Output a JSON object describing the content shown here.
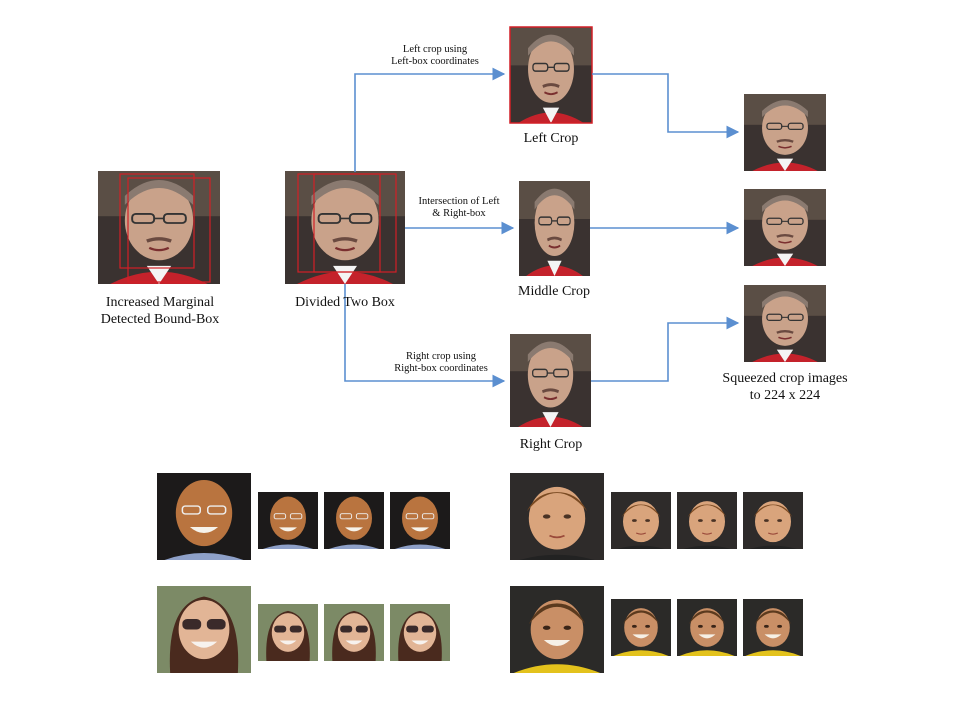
{
  "labels": {
    "detected_box": "Increased Marginal\nDetected Bound-Box",
    "divided_box": "Divided Two Box",
    "left_crop": "Left Crop",
    "middle_crop": "Middle Crop",
    "right_crop": "Right Crop",
    "squeezed": "Squeezed crop images\nto 224 x 224",
    "edge_left": "Left crop using\nLeft-box coordinates",
    "edge_middle": "Intersection of Left\n& Right-box",
    "edge_right": "Right crop using\nRight-box coordinates"
  },
  "colors": {
    "arrow": "#5b8fd0",
    "box_outline": "#d21f26",
    "skin_man": "#c9a28a",
    "skin_boy": "#d9a47c",
    "skin_woman": "#e2b596",
    "skin_kid": "#c98f66",
    "hair_dark": "#3b2a22",
    "hair_brown": "#7a4a22",
    "shirt_red": "#c4222b",
    "shirt_yellow": "#e3c21c",
    "background_dark": "#3a3230"
  },
  "examples": [
    {
      "subject": "man-glasses-smiling",
      "crops": 3
    },
    {
      "subject": "boy-brown-hair",
      "crops": 3
    },
    {
      "subject": "woman-sunglasses",
      "crops": 3
    },
    {
      "subject": "child-smiling-yellow-shirt",
      "crops": 3
    }
  ]
}
